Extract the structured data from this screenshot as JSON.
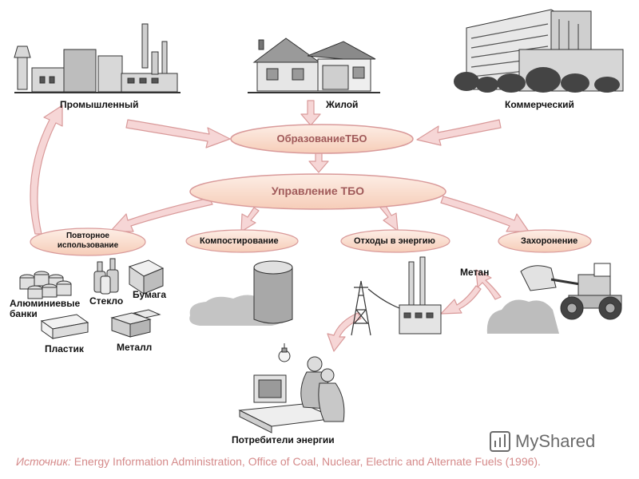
{
  "nodes": {
    "industrial": "Промышленный",
    "residential": "Жилой",
    "commercial": "Коммерческий",
    "generation": "ОбразованиеТБО",
    "management": "Управление ТБО",
    "reuse": "Повторное использование",
    "composting": "Компостирование",
    "waste_to_energy": "Отходы в энергию",
    "landfill": "Захоронение",
    "methane": "Метан",
    "consumers": "Потребители энергии"
  },
  "materials": {
    "aluminum": "Алюминиевые банки",
    "glass": "Стекло",
    "paper": "Бумага",
    "plastic": "Пластик",
    "metal": "Металл"
  },
  "source": {
    "prefix": "Источник:",
    "text": " Energy Information Administration, Office of Coal, Nuclear, Electric and Alternate Fuels (1996)."
  },
  "watermark": "MyShared",
  "colors": {
    "arrow_fill": "#f6d6d6",
    "arrow_stroke": "#d99a9a",
    "oval_fill": "#fbe3d6",
    "oval_stroke": "#d99a9a",
    "oval_text": "#a05a5a",
    "source_text": "#d58a8a"
  }
}
